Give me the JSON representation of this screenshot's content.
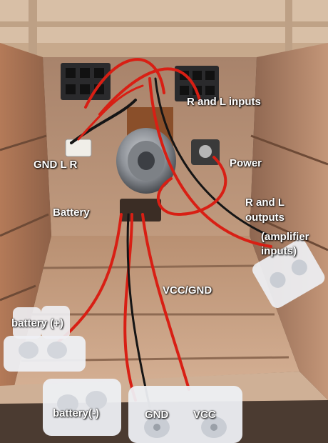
{
  "labels": {
    "r_and_l_inputs": "R and L inputs",
    "gnd_l_r": "GND L  R",
    "power": "Power",
    "battery": "Battery",
    "r_and_l_outputs_line1": "R and L",
    "r_and_l_outputs_line2": "outputs",
    "amplifier_line1": "(amplifier",
    "amplifier_line2": "inputs)",
    "vcc_gnd": "VCC/GND",
    "battery_plus": "battery (+)",
    "battery_minus": "battery(-)",
    "gnd": "GND",
    "vcc": "VCC"
  },
  "colors": {
    "wood_light": "#c9a486",
    "wood_mid": "#b68868",
    "wood_dark": "#7d5a44",
    "wire_red": "#d81f14",
    "wire_black": "#151515",
    "connector_white": "#eef0f4"
  }
}
